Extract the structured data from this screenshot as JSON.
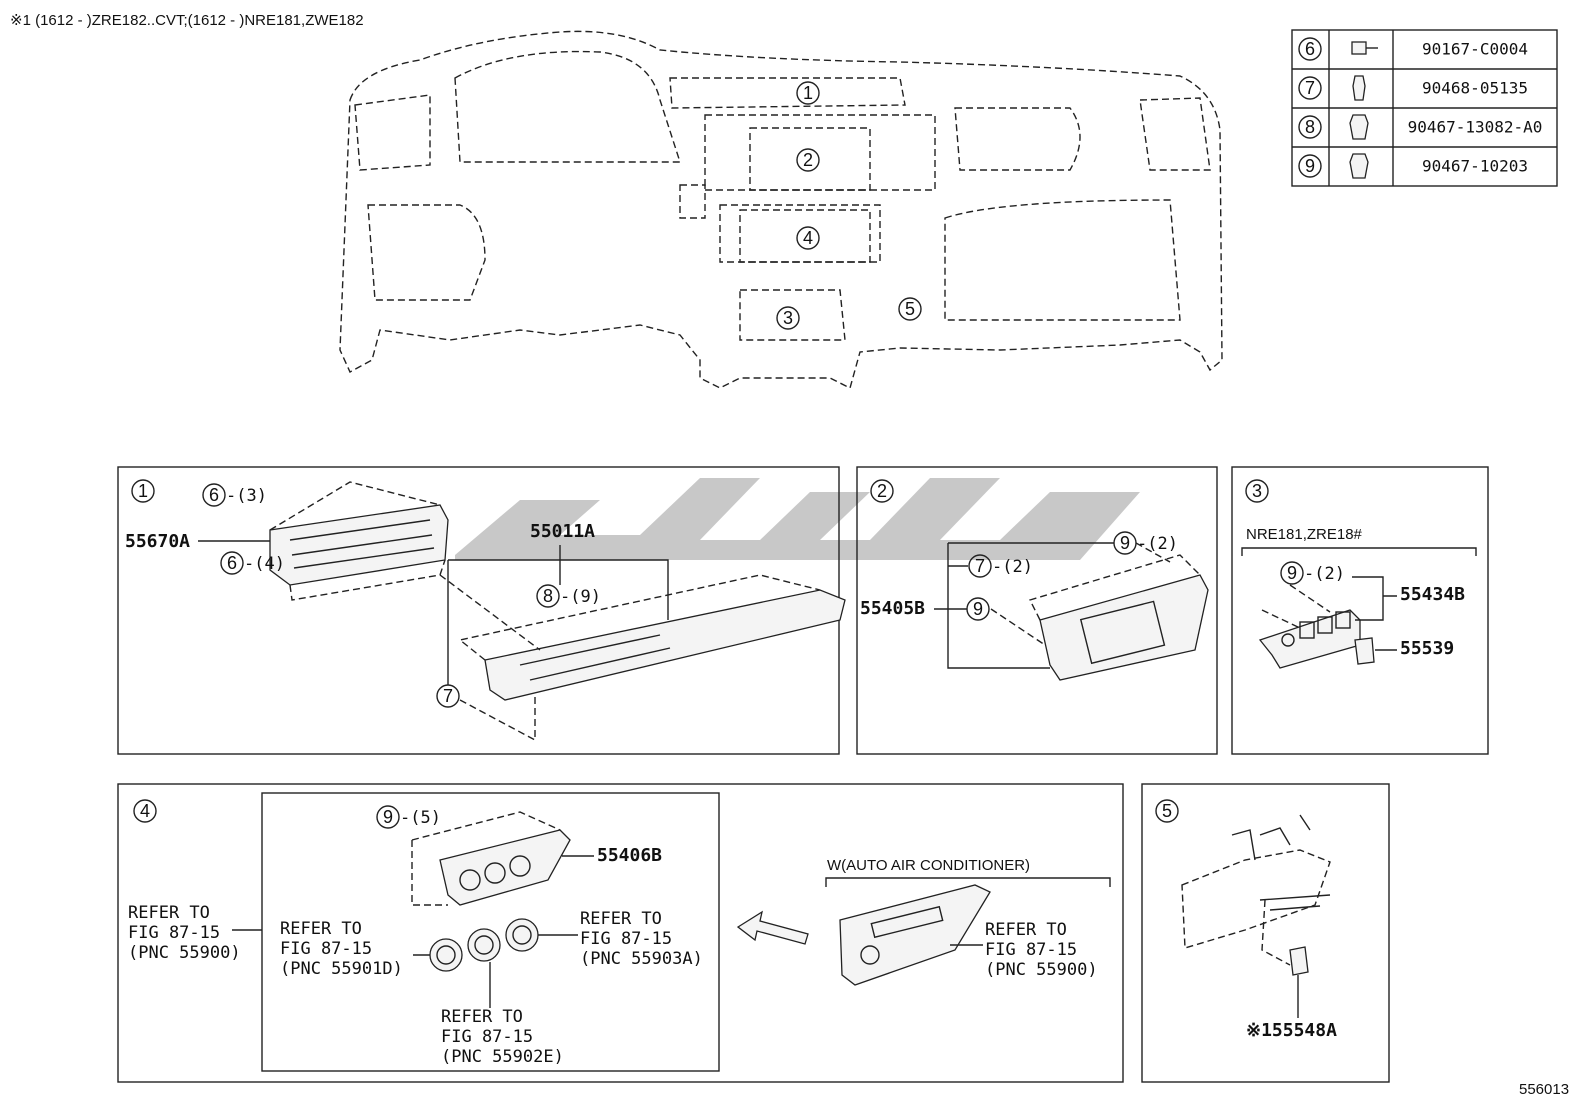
{
  "header": {
    "applicability_note": "※1 (1612 -     )ZRE182..CVT;(1612 -     )NRE181,ZWE182"
  },
  "figure_id": "556013",
  "fastener_table": [
    {
      "ref": "6",
      "part": "90167-C0004"
    },
    {
      "ref": "7",
      "part": "90468-05135"
    },
    {
      "ref": "8",
      "part": "90467-13082-A0"
    },
    {
      "ref": "9",
      "part": "90467-10203"
    }
  ],
  "overview_callouts": [
    "1",
    "2",
    "3",
    "4",
    "5"
  ],
  "panel1": {
    "id": "1",
    "labels": {
      "p55670A": "55670A",
      "p55011A": "55011A",
      "c6a": "6",
      "q6a": "-(3)",
      "c6b": "6",
      "q6b": "-(4)",
      "c8": "8",
      "q8": "-(9)",
      "c7": "7"
    }
  },
  "panel2": {
    "id": "2",
    "labels": {
      "p55405B": "55405B",
      "c9a": "9",
      "q9a": "-(2)",
      "c7": "7",
      "q7": "-(2)",
      "c9b": "9"
    }
  },
  "panel3": {
    "id": "3",
    "condition": "NRE181,ZRE18#",
    "labels": {
      "c9": "9",
      "q9": "-(2)",
      "p55434B": "55434B",
      "p55539": "55539"
    }
  },
  "panel4": {
    "id": "4",
    "labels": {
      "c9": "9",
      "q9": "-(5)",
      "p55406B": "55406B",
      "auto_ac": "W(AUTO AIR CONDITIONER)"
    },
    "refer_left": [
      "REFER TO",
      "FIG 87-15",
      "(PNC 55900)"
    ],
    "refer_knob1": [
      "REFER TO",
      "FIG 87-15",
      "(PNC 55901D)"
    ],
    "refer_knob2": [
      "REFER TO",
      "FIG 87-15",
      "(PNC 55902E)"
    ],
    "refer_knob3": [
      "REFER TO",
      "FIG 87-15",
      "(PNC 55903A)"
    ],
    "refer_auto": [
      "REFER TO",
      "FIG 87-15",
      "(PNC 55900)"
    ]
  },
  "panel5": {
    "id": "5",
    "labels": {
      "p55548A": "※155548A"
    }
  }
}
